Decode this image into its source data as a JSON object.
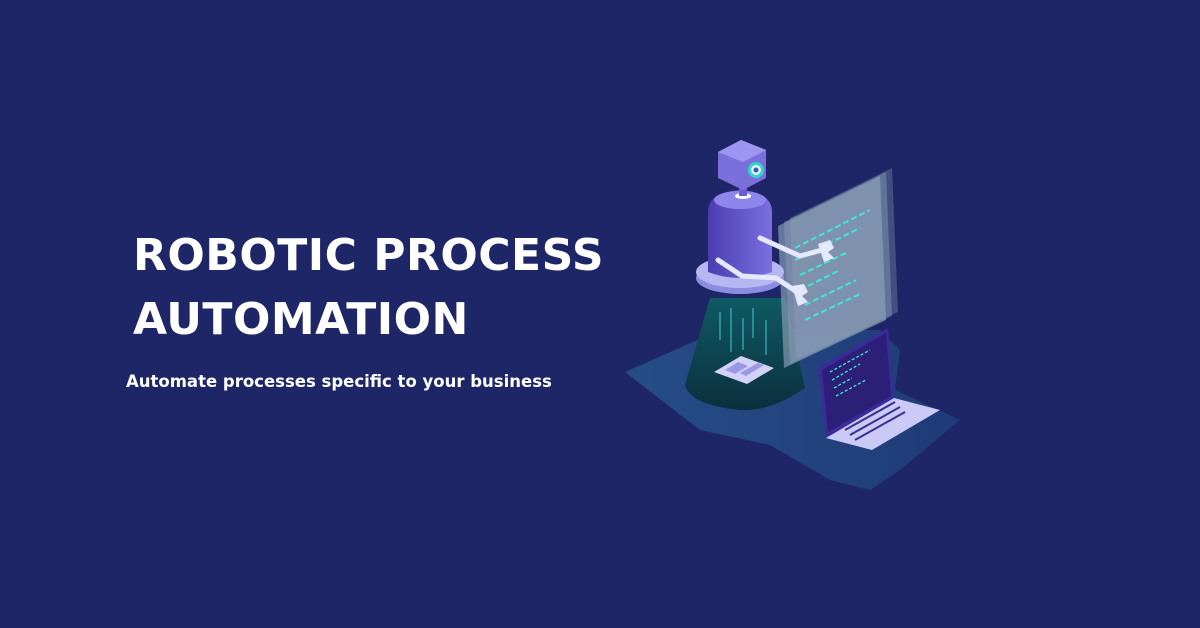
{
  "banner": {
    "title_line1": "ROBOTIC PROCESS",
    "title_line2": "AUTOMATION",
    "subtitle": "Automate processes specific to your business"
  },
  "colors": {
    "background": "#1f2667",
    "text": "#ffffff",
    "platform": "#23477f",
    "robot_body": "#5e4fc4",
    "robot_light": "#9fa2ef",
    "beam": "#0f3b48",
    "code_cyan": "#3ee8d8",
    "panel_glass": "#8a9db3",
    "laptop_screen": "#3b2a9a",
    "laptop_body": "#c9c8f5"
  },
  "illustration": {
    "icon": "robot-automation-illustration",
    "elements": [
      "robot-with-camera-head",
      "robotic-arms-with-wrenches",
      "holographic-code-panel",
      "light-beam",
      "document-card",
      "laptop-with-code",
      "isometric-platform"
    ]
  }
}
